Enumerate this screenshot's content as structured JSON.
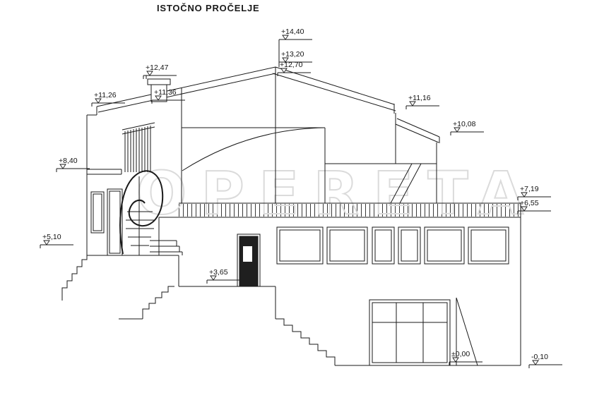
{
  "title": "ISTOČNO PROČELJE",
  "watermark": "OPERETA",
  "drawing": {
    "name": "east-facade-elevation",
    "line_color": "#1a1a1a",
    "watermark_color": "#dbdbdb",
    "background": "#ffffff"
  },
  "levels": [
    {
      "label": "+14,40"
    },
    {
      "label": "+13,20"
    },
    {
      "label": "+12,70"
    },
    {
      "label": "+12,47"
    },
    {
      "label": "+11,36"
    },
    {
      "label": "+11,26"
    },
    {
      "label": "+11,16"
    },
    {
      "label": "+10,08"
    },
    {
      "label": "+8,40"
    },
    {
      "label": "+7,19"
    },
    {
      "label": "+6,55"
    },
    {
      "label": "+5,10"
    },
    {
      "label": "+3,65"
    },
    {
      "label": "±0,00"
    },
    {
      "label": "-0,10"
    }
  ]
}
